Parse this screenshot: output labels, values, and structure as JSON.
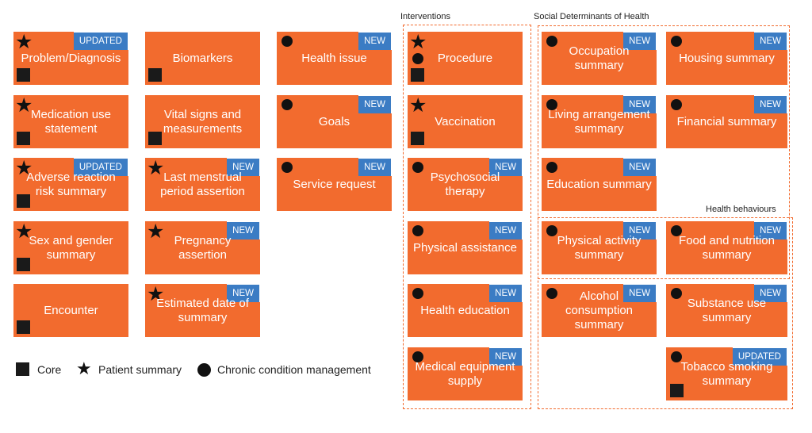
{
  "badges": {
    "new": "NEW",
    "updated": "UPDATED"
  },
  "groups": {
    "interventions": "Interventions",
    "sdoh": "Social Determinants of Health",
    "health_behaviours": "Health behaviours"
  },
  "legend": {
    "core": "Core",
    "patient_summary": "Patient summary",
    "chronic": "Chronic condition management"
  },
  "cards": {
    "problem_diagnosis": "Problem/Diagnosis",
    "medication_use": "Medication use statement",
    "adverse_reaction": "Adverse reaction risk summary",
    "sex_gender": "Sex and gender summary",
    "encounter": "Encounter",
    "biomarkers": "Biomarkers",
    "vital_signs": "Vital signs and measurements",
    "last_menstrual": "Last menstrual period assertion",
    "pregnancy": "Pregnancy assertion",
    "estimated_date": "Estimated date of summary",
    "health_issue": "Health issue",
    "goals": "Goals",
    "service_request": "Service request",
    "procedure": "Procedure",
    "vaccination": "Vaccination",
    "psychosocial": "Psychosocial therapy",
    "physical_assistance": "Physical assistance",
    "health_education": "Health education",
    "medical_equipment": "Medical equipment supply",
    "occupation": "Occupation summary",
    "living_arrangement": "Living arrangement summary",
    "education": "Education summary",
    "housing": "Housing summary",
    "financial": "Financial summary",
    "physical_activity": "Physical activity summary",
    "food_nutrition": "Food and nutrition summary",
    "alcohol": "Alcohol consumption summary",
    "substance_use": "Substance use summary",
    "tobacco": "Tobacco smoking summary"
  },
  "colors": {
    "card": "#F26B2E",
    "badge": "#3B7CC4",
    "marker": "#111111",
    "group_border": "#F26B2E"
  },
  "icons": [
    "core-square-icon",
    "patient-summary-star-icon",
    "chronic-condition-circle-icon"
  ]
}
